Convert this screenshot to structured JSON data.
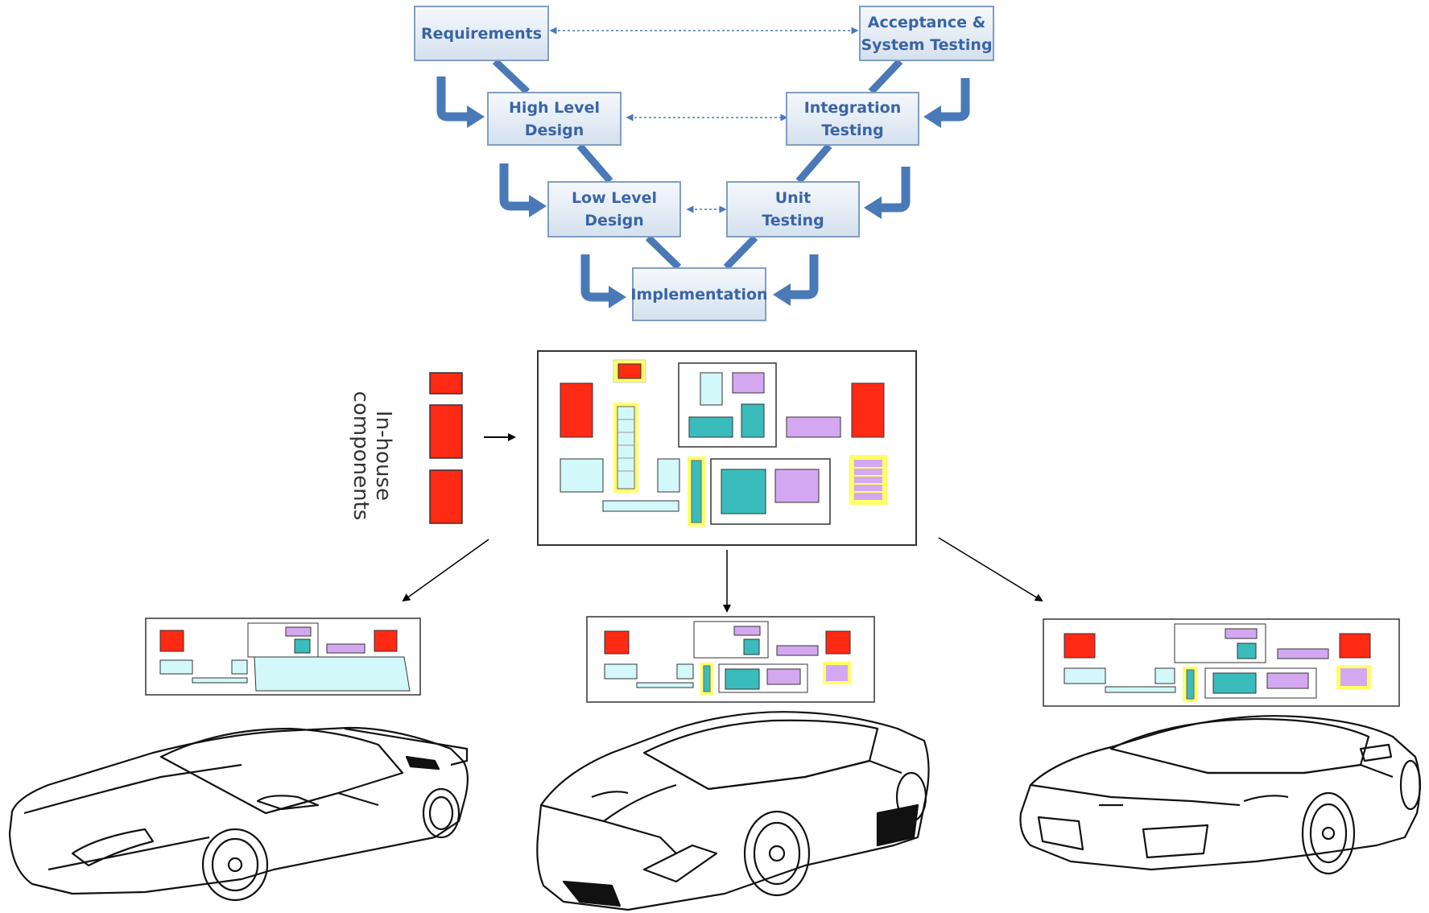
{
  "v_model": {
    "requirements": "Requirements",
    "acceptance_testing": "Acceptance &\nSystem Testing",
    "high_level_design": "High Level\nDesign",
    "integration_testing": "Integration\nTesting",
    "low_level_design": "Low Level\nDesign",
    "unit_testing": "Unit\nTesting",
    "implementation": "Implementation"
  },
  "platform": {
    "side_label": "In-house\ncomponents"
  },
  "colors": {
    "v_box_border": "#7f9ec4",
    "v_text": "#3a64a6",
    "v_arrow": "#4a79b8",
    "component_red": "#ff2a14",
    "component_cyan": "#d2f8fa",
    "component_teal": "#3bbcbc",
    "component_purple": "#d4a8f0",
    "component_yellow": "#ffff66"
  }
}
